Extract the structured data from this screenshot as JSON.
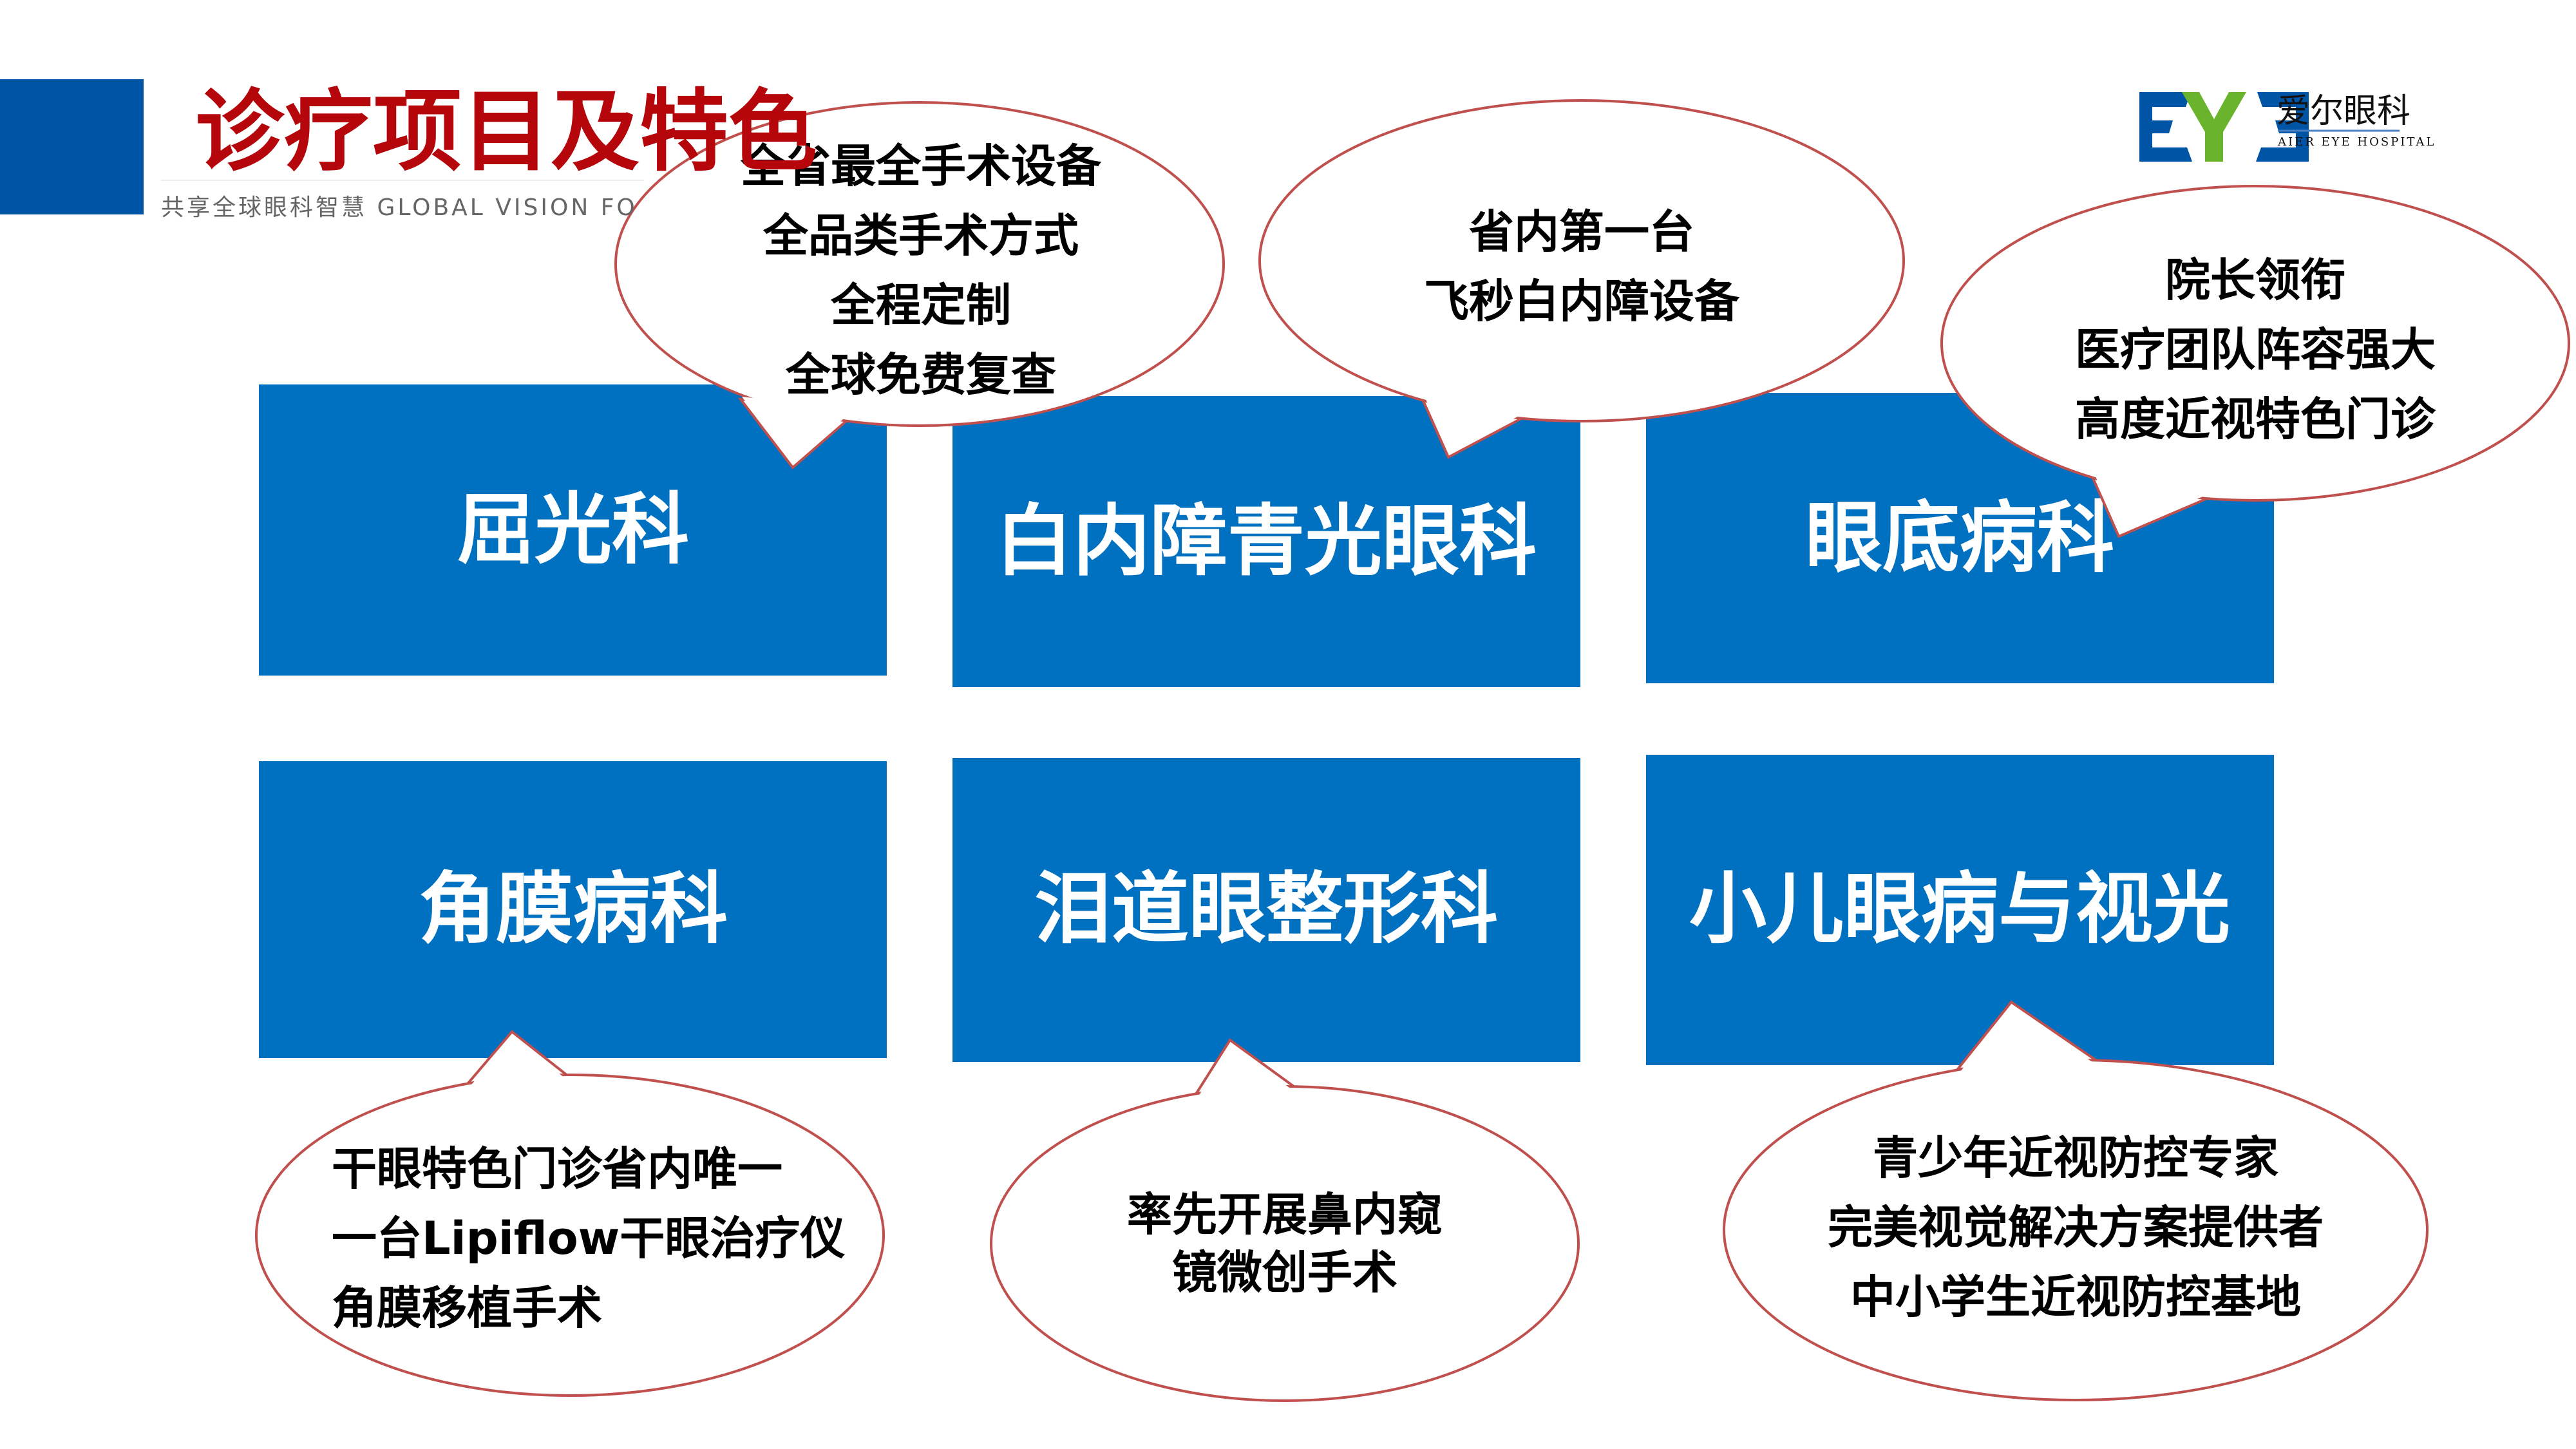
{
  "header": {
    "title": "诊疗项目及特色",
    "subtitle": "共享全球眼科智慧 GLOBAL VISION FO"
  },
  "logo": {
    "mark": "EYE",
    "name_cn": "爱尔眼科",
    "name_en": "AIER EYE HOSPITAL"
  },
  "colors": {
    "brand_blue": "#0054a6",
    "box_blue": "#0070c0",
    "title_red": "#b5060b",
    "callout_border": "#c0504d",
    "logo_green": "#6ab42d"
  },
  "departments": [
    {
      "label": "屈光科"
    },
    {
      "label": "白内障青光眼科"
    },
    {
      "label": "眼底病科"
    },
    {
      "label": "角膜病科"
    },
    {
      "label": "泪道眼整形科"
    },
    {
      "label": "小儿眼病与视光"
    }
  ],
  "callouts": [
    {
      "lines": [
        "全省最全手术设备",
        "全品类手术方式",
        "全程定制",
        "全球免费复查"
      ]
    },
    {
      "lines": [
        "省内第一台",
        "飞秒白内障设备"
      ]
    },
    {
      "lines": [
        "院长领衔",
        "医疗团队阵容强大",
        "高度近视特色门诊"
      ]
    },
    {
      "lines": [
        "干眼特色门诊省内唯一",
        "一台Lipiflow干眼治疗仪",
        "角膜移植手术"
      ]
    },
    {
      "lines": [
        "率先开展鼻内窥",
        "镜微创手术"
      ]
    },
    {
      "lines": [
        "青少年近视防控专家",
        "完美视觉解决方案提供者",
        "中小学生近视防控基地"
      ]
    }
  ]
}
